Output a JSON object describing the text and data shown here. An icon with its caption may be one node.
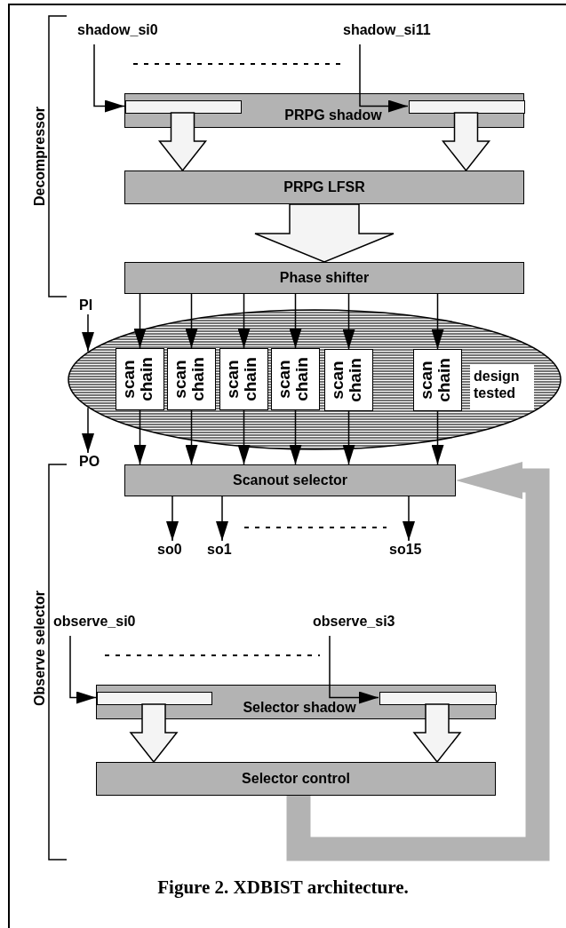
{
  "diagram": {
    "caption": "Figure 2. XDBIST architecture.",
    "nodes": [
      {
        "text": [
          "shadow_si0"
        ]
      },
      {
        "text": [
          "shadow_si11"
        ]
      },
      {
        "text": [
          "PRPG shadow"
        ]
      },
      {
        "text": [],
        "shape": "bar",
        "in": 2
      },
      {
        "text": [],
        "shape": "bar",
        "in": 2
      },
      {
        "text": [
          "PRPG LFSR"
        ]
      },
      {
        "text": [
          "Phase shifter"
        ]
      },
      {
        "text": [
          "PI"
        ]
      },
      {
        "text": [
          "design tested"
        ]
      },
      {
        "text": [
          "scan chain"
        ],
        "in": 8
      },
      {
        "text": [
          "scan chain"
        ],
        "in": 8
      },
      {
        "text": [
          "scan chain"
        ],
        "in": 8
      },
      {
        "text": [
          "scan chain"
        ],
        "in": 8
      },
      {
        "text": [
          "scan chain"
        ],
        "in": 8
      },
      {
        "text": [
          "scan chain"
        ],
        "in": 8
      },
      {
        "text": [
          "PO"
        ]
      },
      {
        "text": [
          "Scanout selector"
        ]
      },
      {
        "text": [
          "so0"
        ]
      },
      {
        "text": [
          "so1"
        ]
      },
      {
        "text": [
          "so15"
        ]
      },
      {
        "text": [
          "observe_si0"
        ]
      },
      {
        "text": [
          "observe_si3"
        ]
      },
      {
        "text": [
          "Selector shadow"
        ]
      },
      {
        "text": [],
        "shape": "bar",
        "in": 22
      },
      {
        "text": [],
        "shape": "bar",
        "in": 22
      },
      {
        "text": [
          "Selector control"
        ]
      }
    ],
    "edges": [
      {
        "from": 0,
        "to": 3,
        "arrow": "to"
      },
      {
        "from": 1,
        "to": 4,
        "arrow": "to"
      },
      {
        "from": 3,
        "to": 5,
        "arrow": "to",
        "style": "thick"
      },
      {
        "from": 4,
        "to": 5,
        "arrow": "to",
        "style": "thick"
      },
      {
        "from": 5,
        "to": 6,
        "arrow": "to",
        "style": "thick"
      },
      {
        "from": 6,
        "to": 9,
        "arrow": "to"
      },
      {
        "from": 6,
        "to": 10,
        "arrow": "to"
      },
      {
        "from": 6,
        "to": 11,
        "arrow": "to"
      },
      {
        "from": 6,
        "to": 12,
        "arrow": "to"
      },
      {
        "from": 6,
        "to": 13,
        "arrow": "to"
      },
      {
        "from": 6,
        "to": 14,
        "arrow": "to"
      },
      {
        "from": 7,
        "to": 8,
        "arrow": "to"
      },
      {
        "from": 8,
        "to": 15,
        "arrow": "to"
      },
      {
        "from": 9,
        "to": 16,
        "arrow": "to"
      },
      {
        "from": 10,
        "to": 16,
        "arrow": "to"
      },
      {
        "from": 11,
        "to": 16,
        "arrow": "to"
      },
      {
        "from": 12,
        "to": 16,
        "arrow": "to"
      },
      {
        "from": 13,
        "to": 16,
        "arrow": "to"
      },
      {
        "from": 14,
        "to": 16,
        "arrow": "to"
      },
      {
        "from": 16,
        "to": 17,
        "arrow": "to"
      },
      {
        "from": 16,
        "to": 18,
        "arrow": "to"
      },
      {
        "from": 16,
        "to": 19,
        "arrow": "to"
      },
      {
        "from": 20,
        "to": 23,
        "arrow": "to"
      },
      {
        "from": 21,
        "to": 24,
        "arrow": "to"
      },
      {
        "from": 23,
        "to": 25,
        "arrow": "to",
        "style": "thick"
      },
      {
        "from": 24,
        "to": 25,
        "arrow": "to",
        "style": "thick"
      },
      {
        "from": 25,
        "to": 16,
        "arrow": "to",
        "style": "thick",
        "color": "#b3b3b3"
      }
    ],
    "labels": [
      "Decompressor",
      "Observe selector"
    ]
  }
}
